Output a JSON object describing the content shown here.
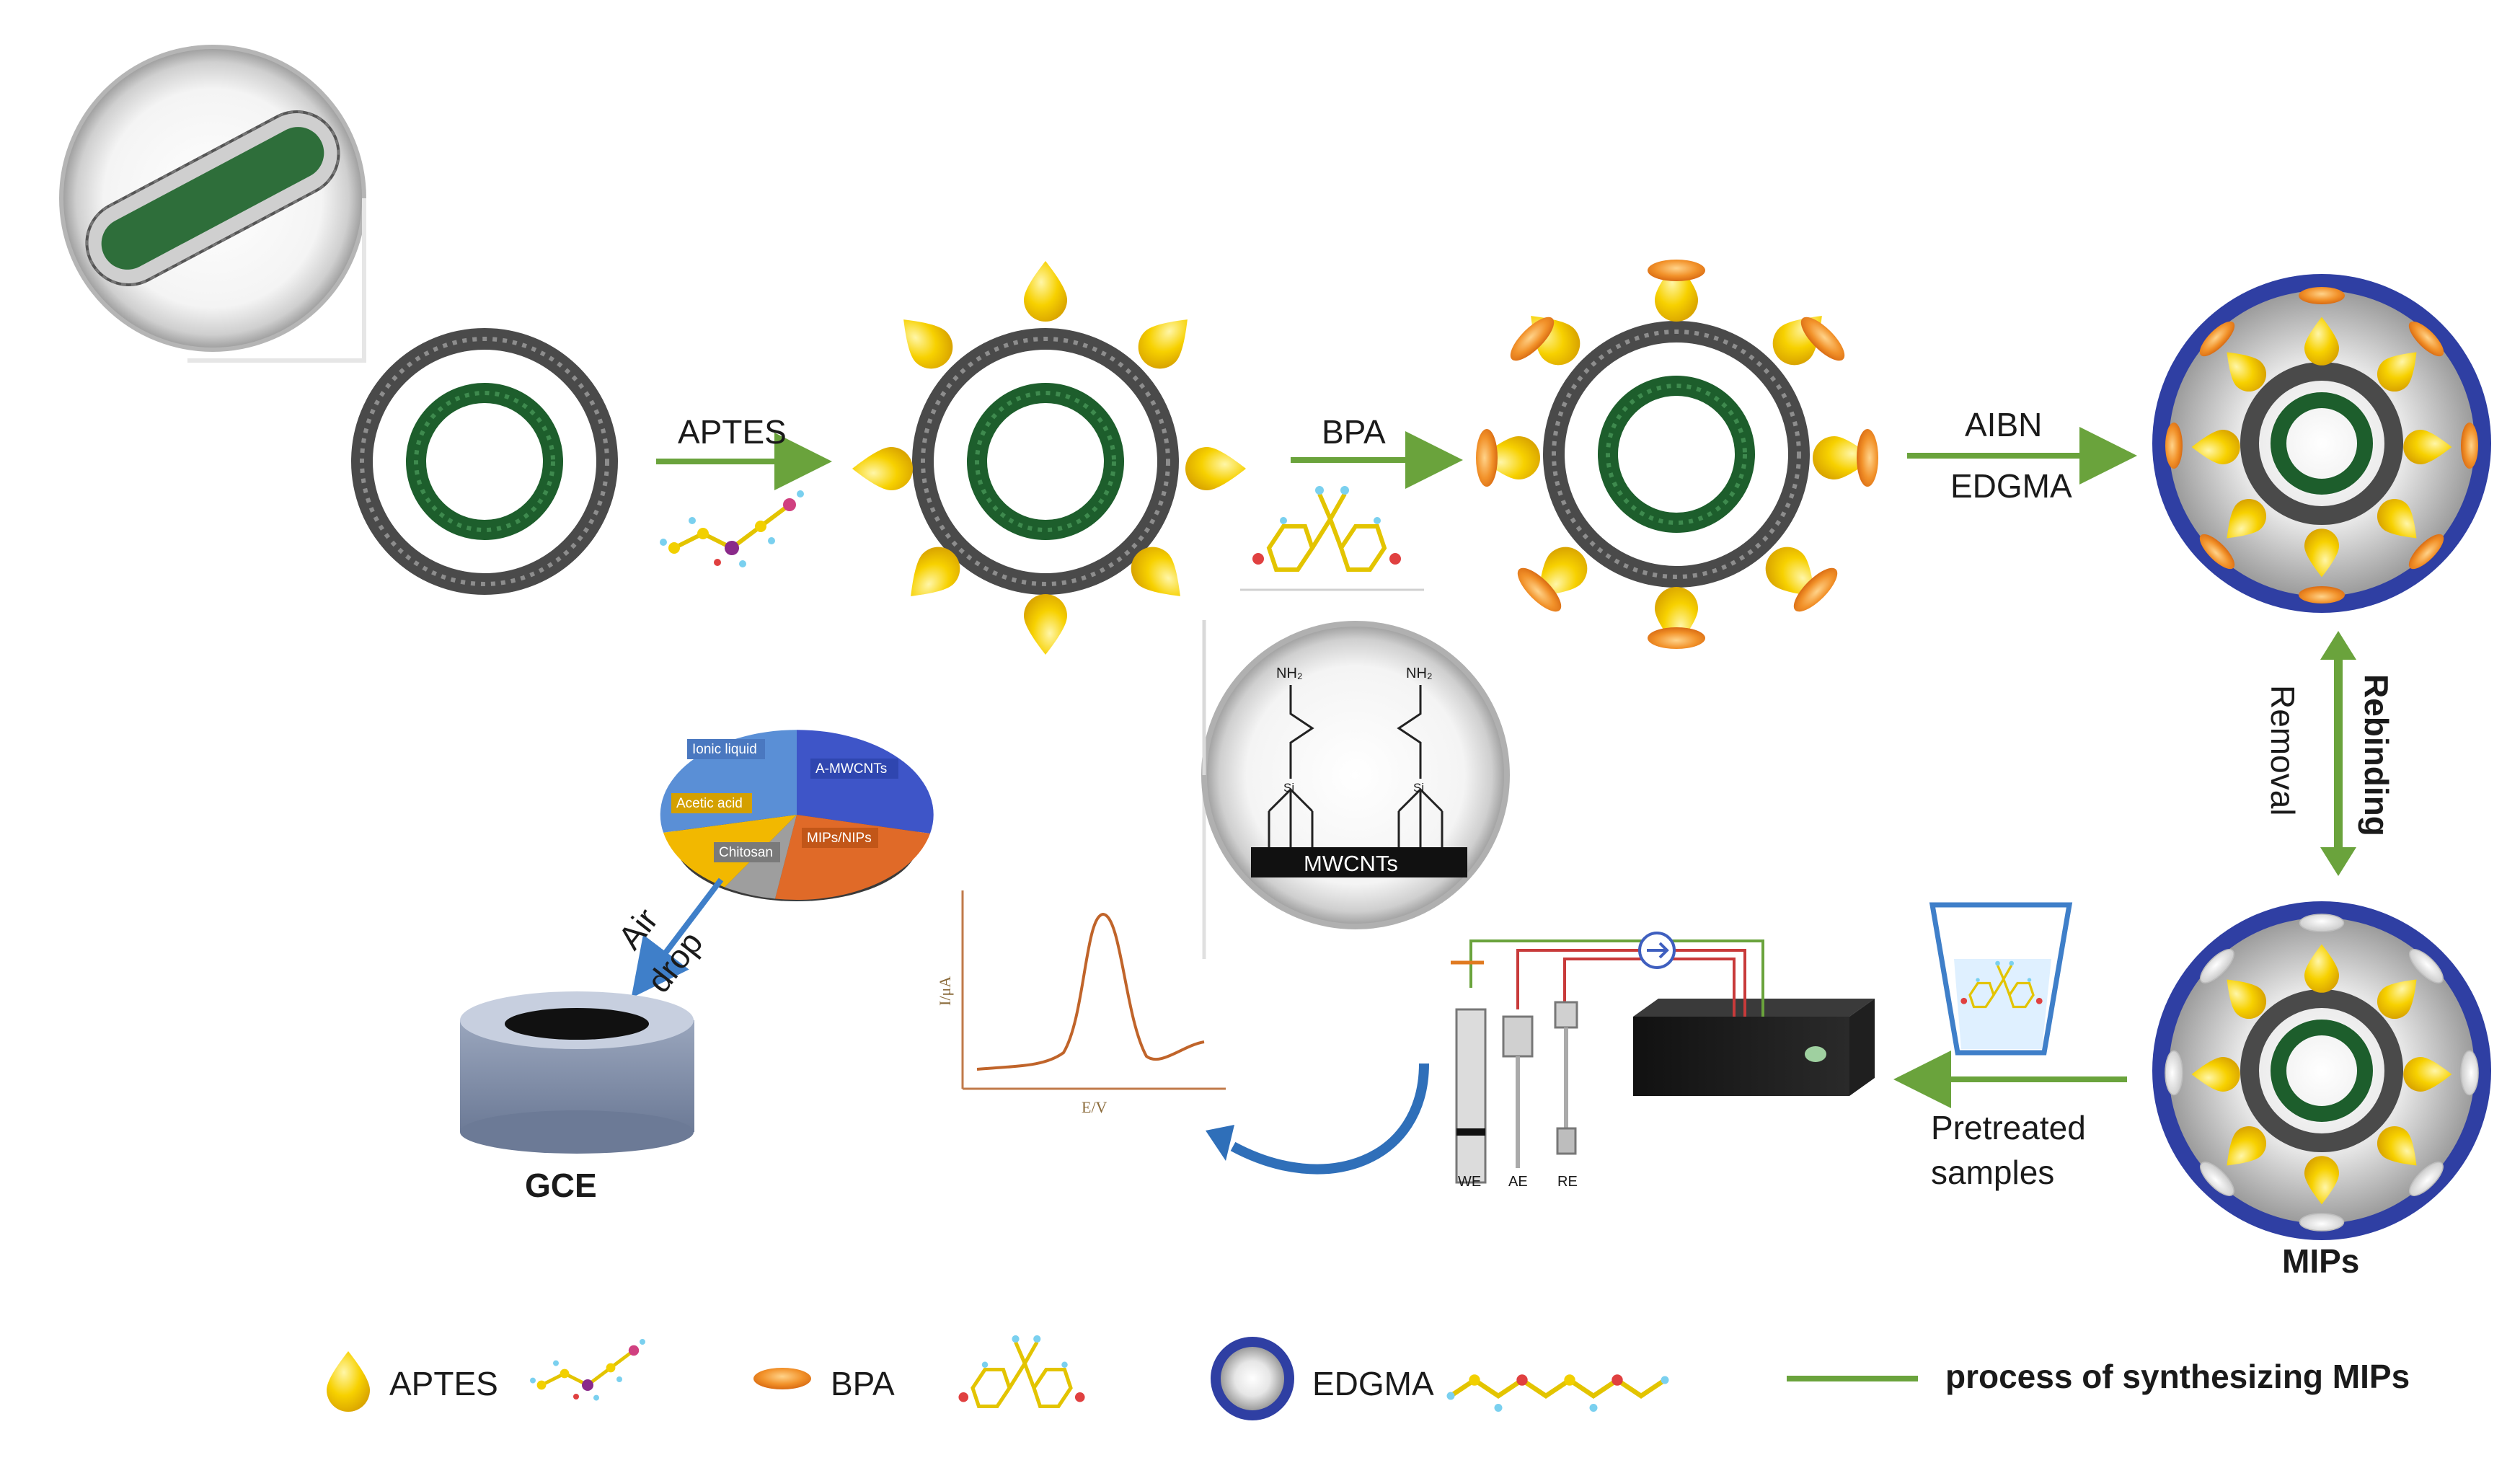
{
  "steps": {
    "aptes": "APTES",
    "bpa": "BPA",
    "aibn": "AIBN",
    "edgma": "EDGMA",
    "removal": "Removal",
    "rebinding": "Rebinding",
    "pretreated_line1": "Pretreated",
    "pretreated_line2": "samples",
    "air": "Air",
    "drop": "drop"
  },
  "labels": {
    "gce": "GCE",
    "mips": "MIPs",
    "mwcnts": "MWCNTs",
    "nh2_left": "NH₂",
    "nh2_right": "NH₂",
    "si_left": "Si",
    "si_right": "Si",
    "electrode_we": "WE",
    "electrode_ae": "AE",
    "electrode_re": "RE",
    "y_axis": "I/μA",
    "x_axis": "E/V"
  },
  "pie": {
    "ionic_liquid": "Ionic liquid",
    "a_mwcnts": "A-MWCNTs",
    "acetic_acid": "Acetic acid",
    "chitosan": "Chitosan",
    "mips_nips": "MIPs/NIPs"
  },
  "legend": {
    "aptes": "APTES",
    "bpa": "BPA",
    "edgma": "EDGMA",
    "process": "process of synthesizing MIPs"
  },
  "colors": {
    "process_arrow": "#6aa33c",
    "blue_arrow": "#3f7fc9",
    "shell_blue": "#2f3fa3",
    "aptes_yellow": "#f7d100",
    "bpa_orange": "#f2922a",
    "cnt_green": "#1d5e2c",
    "cnt_gray": "#555555"
  }
}
